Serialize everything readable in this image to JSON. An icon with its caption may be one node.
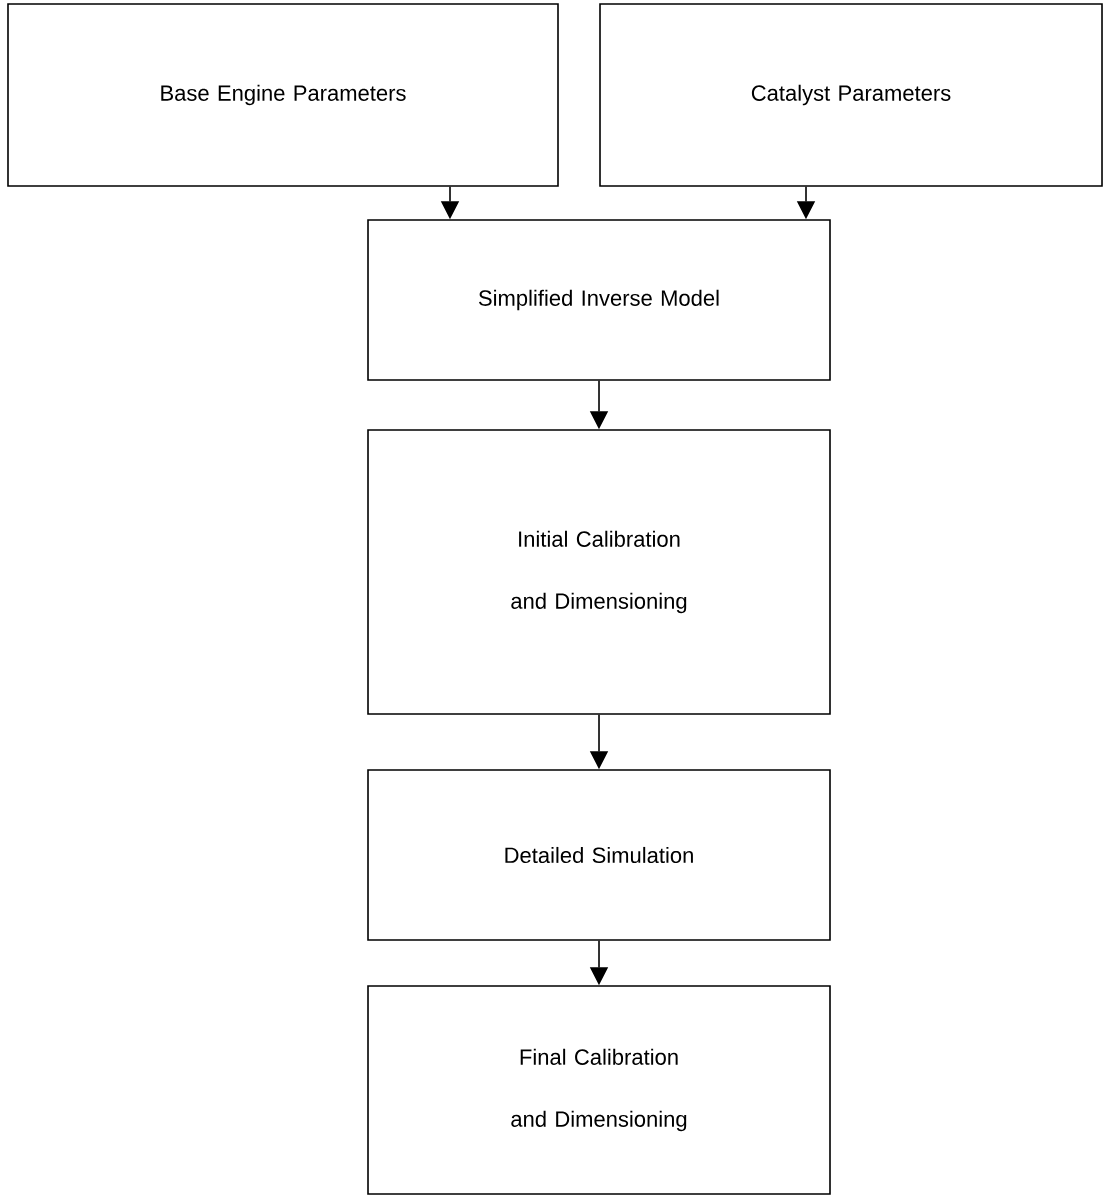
{
  "diagram": {
    "nodes": [
      {
        "text": [
          "Base Engine Parameters"
        ]
      },
      {
        "text": [
          "Catalyst Parameters"
        ]
      },
      {
        "text": [
          "Simplified Inverse Model"
        ]
      },
      {
        "text": [
          "Initial Calibration and Dimensioning"
        ]
      },
      {
        "text": [
          "Detailed Simulation"
        ]
      },
      {
        "text": [
          "Final Calibration and Dimensioning"
        ]
      }
    ],
    "edges": [
      {
        "from": 0,
        "to": 2,
        "arrow": "to"
      },
      {
        "from": 1,
        "to": 2,
        "arrow": "to"
      },
      {
        "from": 2,
        "to": 3,
        "arrow": "to"
      },
      {
        "from": 3,
        "to": 4,
        "arrow": "to"
      },
      {
        "from": 4,
        "to": 5,
        "arrow": "to"
      }
    ]
  }
}
